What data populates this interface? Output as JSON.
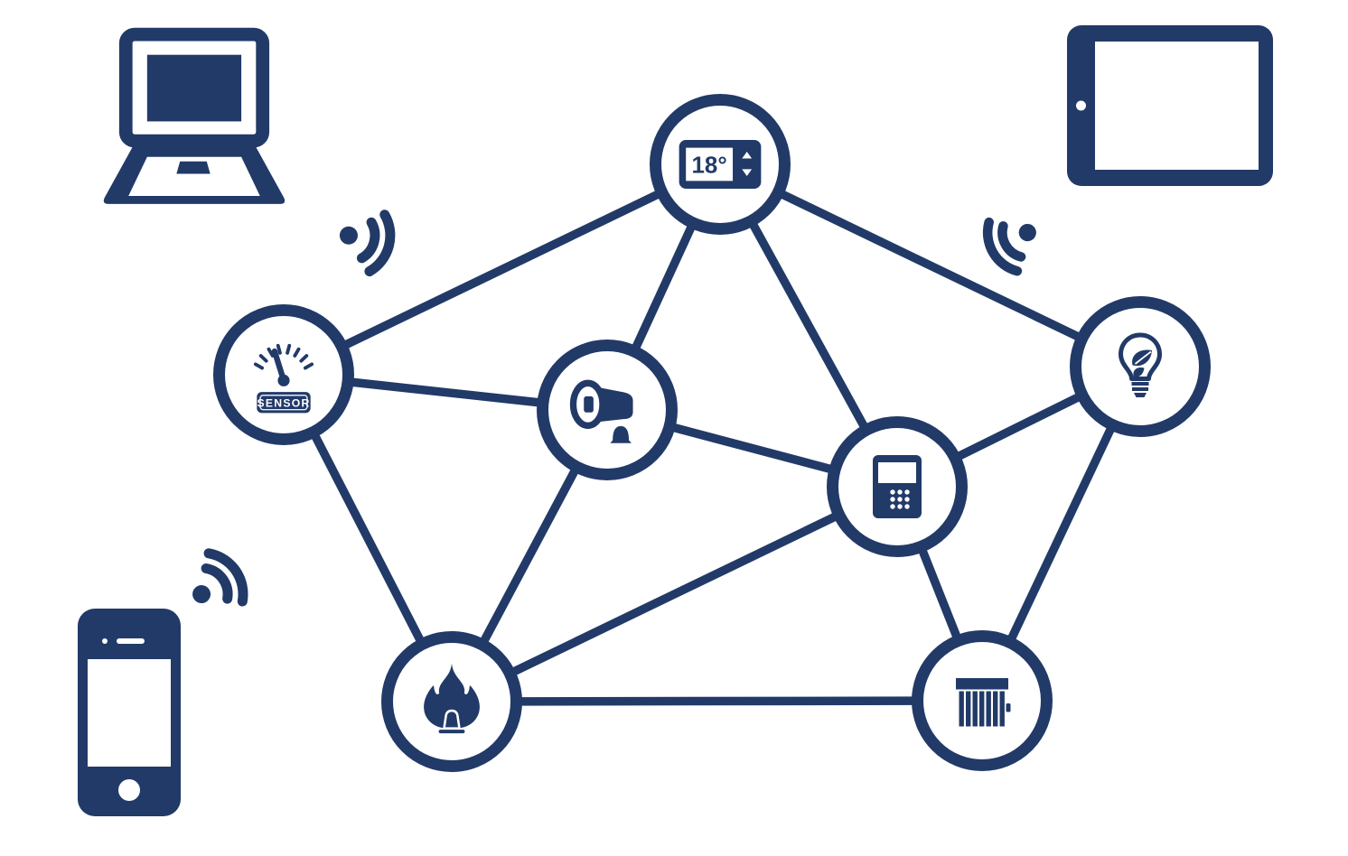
{
  "diagram": {
    "background_color": "#ffffff",
    "accent_color": "#223a68",
    "edge_stroke_width": 9.5,
    "nodes": [
      {
        "id": "thermostat",
        "kind": "smart-thermostat",
        "display_value": "18°"
      },
      {
        "id": "sensor",
        "kind": "gauge-sensor",
        "label": "SENSOR"
      },
      {
        "id": "siren",
        "kind": "alarm-siren-with-bell"
      },
      {
        "id": "control-panel",
        "kind": "security-keypad"
      },
      {
        "id": "eco-bulb",
        "kind": "eco-light-bulb-with-leaf"
      },
      {
        "id": "fire-alarm",
        "kind": "flame-with-bell"
      },
      {
        "id": "radiator",
        "kind": "radiator-heating"
      }
    ],
    "edges": [
      [
        "thermostat",
        "sensor"
      ],
      [
        "thermostat",
        "siren"
      ],
      [
        "thermostat",
        "control-panel"
      ],
      [
        "thermostat",
        "eco-bulb"
      ],
      [
        "sensor",
        "siren"
      ],
      [
        "sensor",
        "fire-alarm"
      ],
      [
        "siren",
        "control-panel"
      ],
      [
        "siren",
        "fire-alarm"
      ],
      [
        "control-panel",
        "eco-bulb"
      ],
      [
        "control-panel",
        "fire-alarm"
      ],
      [
        "control-panel",
        "radiator"
      ],
      [
        "eco-bulb",
        "radiator"
      ],
      [
        "fire-alarm",
        "radiator"
      ]
    ],
    "client_devices": [
      "laptop",
      "tablet",
      "smartphone"
    ],
    "wifi_signal_count": 3
  }
}
